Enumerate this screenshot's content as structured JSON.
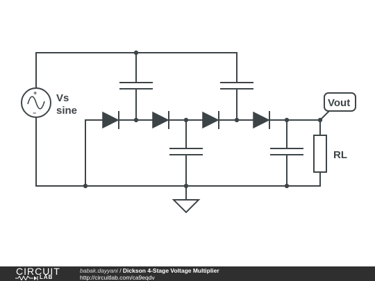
{
  "schematic": {
    "source_label": "Vs",
    "source_type": "sine",
    "output_label": "Vout",
    "load_label": "RL",
    "source_plus": "+",
    "source_minus": "−"
  },
  "footer": {
    "logo_word": "CIRCUIT",
    "logo_sub": "LAB",
    "author": "babak.dayyani",
    "separator": " / ",
    "title": "Dickson 4-Stage Voltage Multiplier",
    "url": "http://circuitlab.com/ca9eqdv"
  },
  "colors": {
    "wire": "#3d4447",
    "footer_bg": "#2f2f2f"
  }
}
